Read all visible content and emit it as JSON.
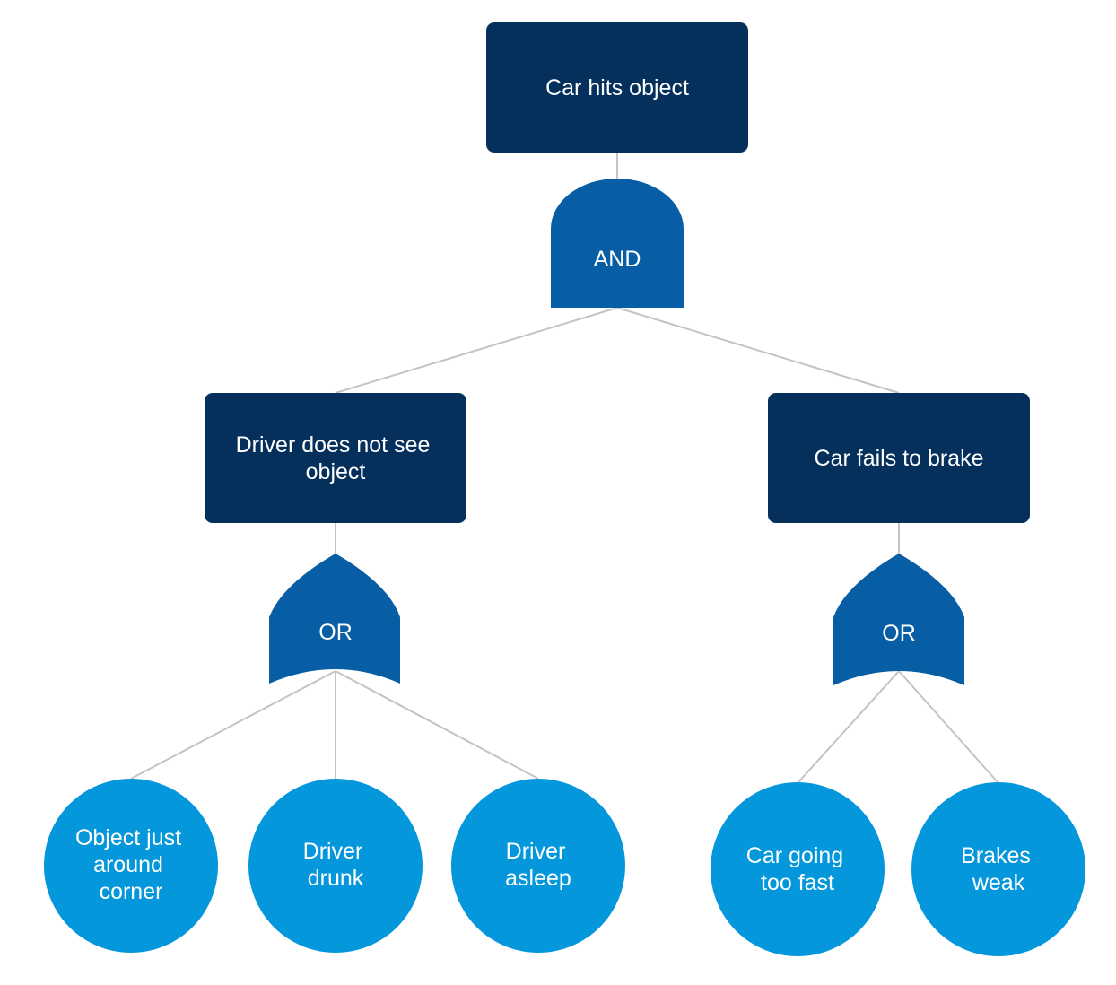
{
  "colors": {
    "event": "#04305b",
    "gate": "#085ea5",
    "basic_event": "#0597db",
    "connector": "#c3c3c3",
    "text": "#ffffff"
  },
  "top_event": {
    "label": "Car hits object"
  },
  "gates": {
    "and": {
      "label": "AND"
    },
    "or_left": {
      "label": "OR"
    },
    "or_right": {
      "label": "OR"
    }
  },
  "events": {
    "driver_not_see": {
      "line1": "Driver does not see",
      "line2": "object"
    },
    "fails_to_brake": {
      "label": "Car fails to brake"
    }
  },
  "basic_events": {
    "object_corner": {
      "line1": "Object just",
      "line2": "around",
      "line3": "corner"
    },
    "driver_drunk": {
      "line1": "Driver",
      "line2": "drunk"
    },
    "driver_asleep": {
      "line1": "Driver",
      "line2": "asleep"
    },
    "car_fast": {
      "line1": "Car going",
      "line2": "too fast"
    },
    "brakes_weak": {
      "line1": "Brakes",
      "line2": "weak"
    }
  }
}
